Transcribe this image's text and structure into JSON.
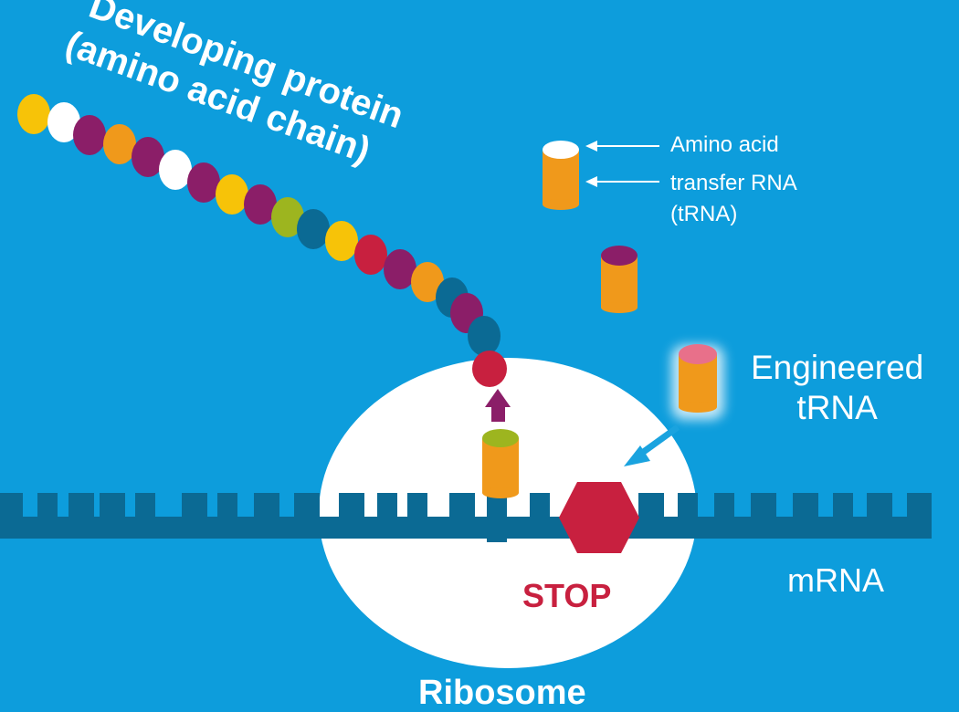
{
  "title_line1": "Developing protein",
  "title_line2": "(amino acid chain)",
  "legend": {
    "amino_acid": "Amino acid",
    "trna_line1": "transfer RNA",
    "trna_line2": "(tRNA)"
  },
  "engineered": {
    "line1": "Engineered",
    "line2": "tRNA"
  },
  "mrna_label": "mRNA",
  "ribosome_label": "Ribosome",
  "stop_label": "STOP",
  "colors": {
    "background": "#0d9ddc",
    "white": "#ffffff",
    "yellow": "#f7c308",
    "purple": "#8b1e68",
    "orange": "#f0991b",
    "olive": "#9db51f",
    "teal": "#0b6a94",
    "red": "#c8203f",
    "pink": "#e8708a",
    "mrna": "#0b6a94"
  },
  "chain_colors": [
    "yellow",
    "white",
    "purple",
    "orange",
    "purple",
    "white",
    "purple",
    "yellow",
    "purple",
    "olive",
    "teal",
    "yellow",
    "red",
    "purple",
    "orange",
    "teal",
    "purple",
    "teal",
    "red"
  ]
}
